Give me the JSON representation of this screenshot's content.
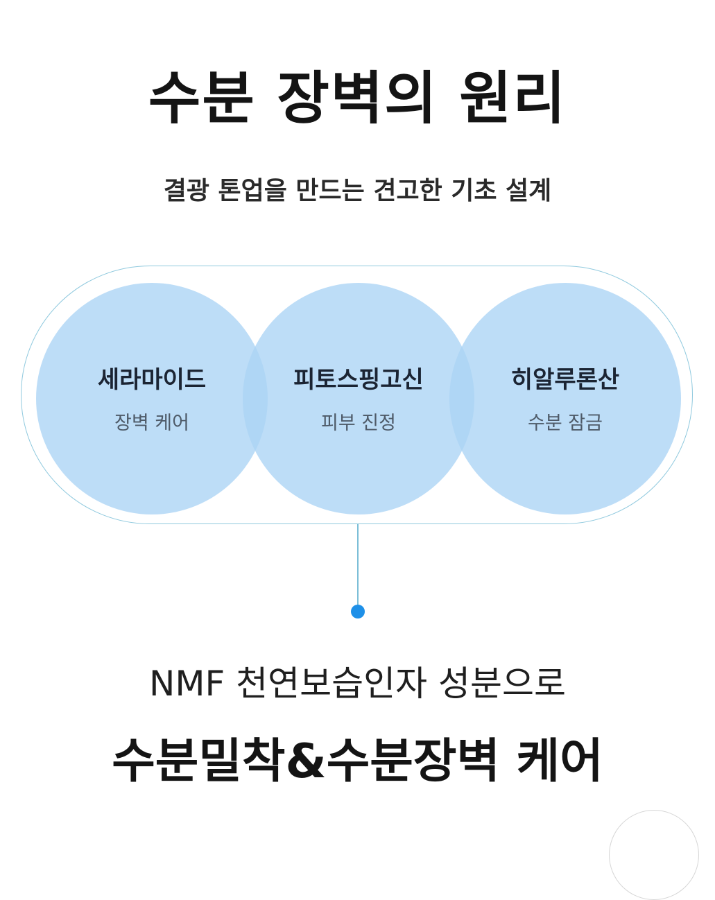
{
  "heading": {
    "title": "수분 장벽의 원리",
    "subtitle": "결광 톤업을 만드는 견고한 기초 설계"
  },
  "ingredients": [
    {
      "name": "세라마이드",
      "benefit": "장벽 케어"
    },
    {
      "name": "피토스핑고신",
      "benefit": "피부 진정"
    },
    {
      "name": "히알루론산",
      "benefit": "수분 잠금"
    }
  ],
  "conclusion": {
    "line1": "NMF 천연보습인자 성분으로",
    "line2": "수분밀착&수분장벽 케어"
  },
  "colors": {
    "circle_fill": "#aad4f5",
    "outline": "#8fc9de",
    "dot": "#1e90e8"
  }
}
